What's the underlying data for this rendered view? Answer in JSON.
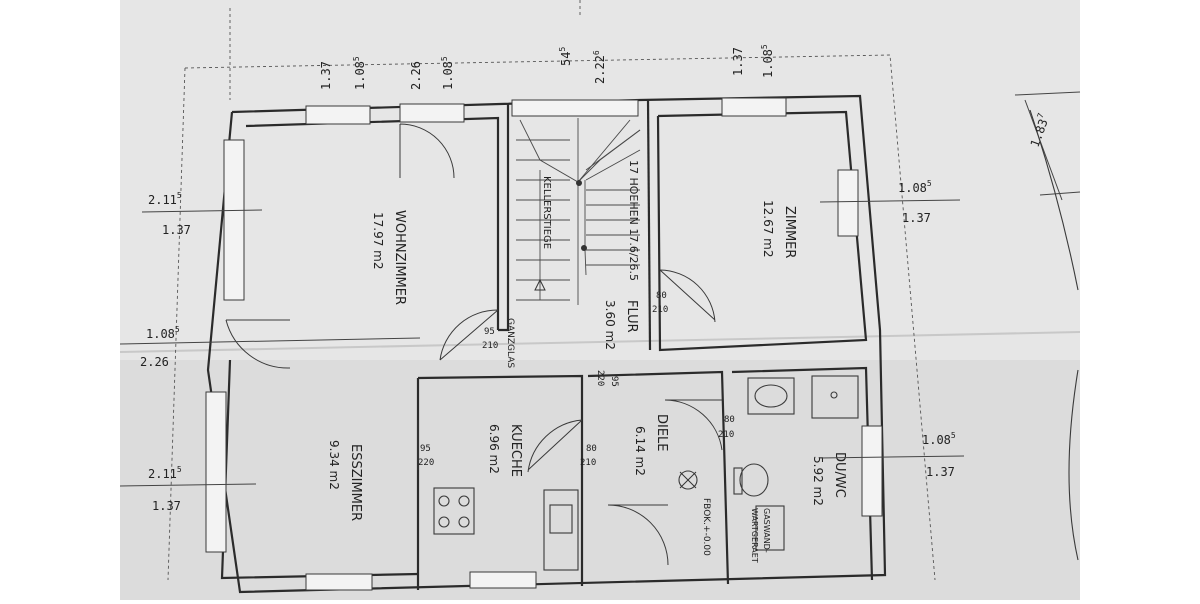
{
  "rooms": {
    "wohnzimmer": {
      "name": "WOHNZIMMER",
      "area": "17.97 m2"
    },
    "zimmer": {
      "name": "ZIMMER",
      "area": "12.67 m2"
    },
    "flur": {
      "name": "FLUR",
      "area": "3.60 m2"
    },
    "kueche": {
      "name": "KUECHE",
      "area": "6.96 m2"
    },
    "diele": {
      "name": "DIELE",
      "area": "6.14 m2"
    },
    "duwc": {
      "name": "DU/WC",
      "area": "5.92 m2"
    },
    "esszimmer": {
      "name": "ESSZIMMER",
      "area": "9.34 m2"
    }
  },
  "stairs": {
    "kellerstiege": "KELLERSTIEGE",
    "steps": "17 HOEHEN 17.6/26.5"
  },
  "labels": {
    "ganzglas": "GANZGLAS",
    "fbok": "FBOK.+-0.00",
    "gaswand_1": "GASWAND-",
    "gaswand_2": "WARTGERAET"
  },
  "dims": {
    "top_1": "1.37",
    "top_2": "1.08",
    "top_2_sup": "5",
    "top_3": "2.26",
    "top_4": "1.08",
    "top_4_sup": "5",
    "top_5": "54",
    "top_5_sup": "5",
    "top_6": "2.22",
    "top_6_sup": "6",
    "top_7": "1.37",
    "top_8": "1.08",
    "top_8_sup": "5",
    "left_1": "2.11",
    "left_1_sup": "5",
    "left_2": "1.37",
    "left_3": "1.08",
    "left_3_sup": "5",
    "left_4": "2.26",
    "left_5": "2.11",
    "left_5_sup": "5",
    "left_6": "1.37",
    "right_1": "1.08",
    "right_1_sup": "5",
    "right_2": "1.37",
    "right_3": "1.08",
    "right_3_sup": "5",
    "right_4": "1.37",
    "diag": "1.83",
    "diag_sup": "7"
  },
  "doors": {
    "d1_w": "95",
    "d1_h": "210",
    "d2_w": "80",
    "d2_h": "210",
    "d3_w": "95",
    "d3_h": "220",
    "d4_w": "80",
    "d4_h": "210",
    "d5_w": "95",
    "d5_h": "220",
    "d6_w": "80",
    "d6_h": "210"
  }
}
